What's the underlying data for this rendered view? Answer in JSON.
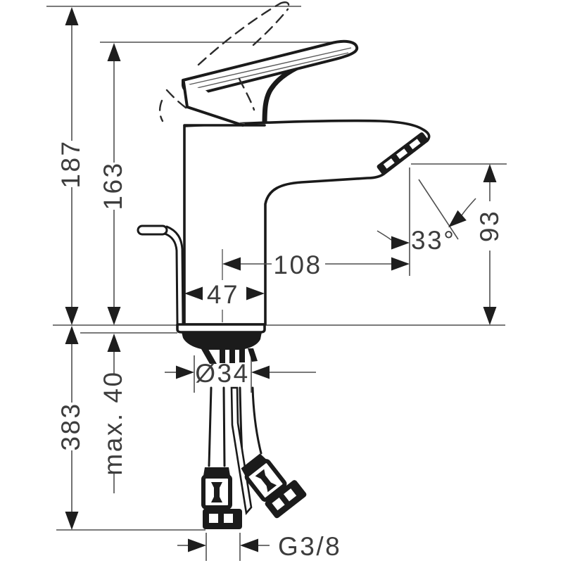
{
  "drawing": {
    "type": "faucet-installation-dimension-drawing",
    "units_implied": "mm",
    "labels": {
      "total_height": "187",
      "height_to_spout_tip": "163",
      "spout_outlet_height": "93",
      "outlet_angle": "33°",
      "spout_reach": "108",
      "body_width": "47",
      "shank_diameter": "Ø34",
      "mounting_thickness": "max. 40",
      "hose_length": "383",
      "hose_connection": "G3/8"
    },
    "palette": {
      "background": "#ffffff",
      "object_line": "#1a1a1a",
      "dimension_line": "#4f4f4f",
      "arrow": "#1e1e1e",
      "text": "#3d3d3d"
    }
  }
}
